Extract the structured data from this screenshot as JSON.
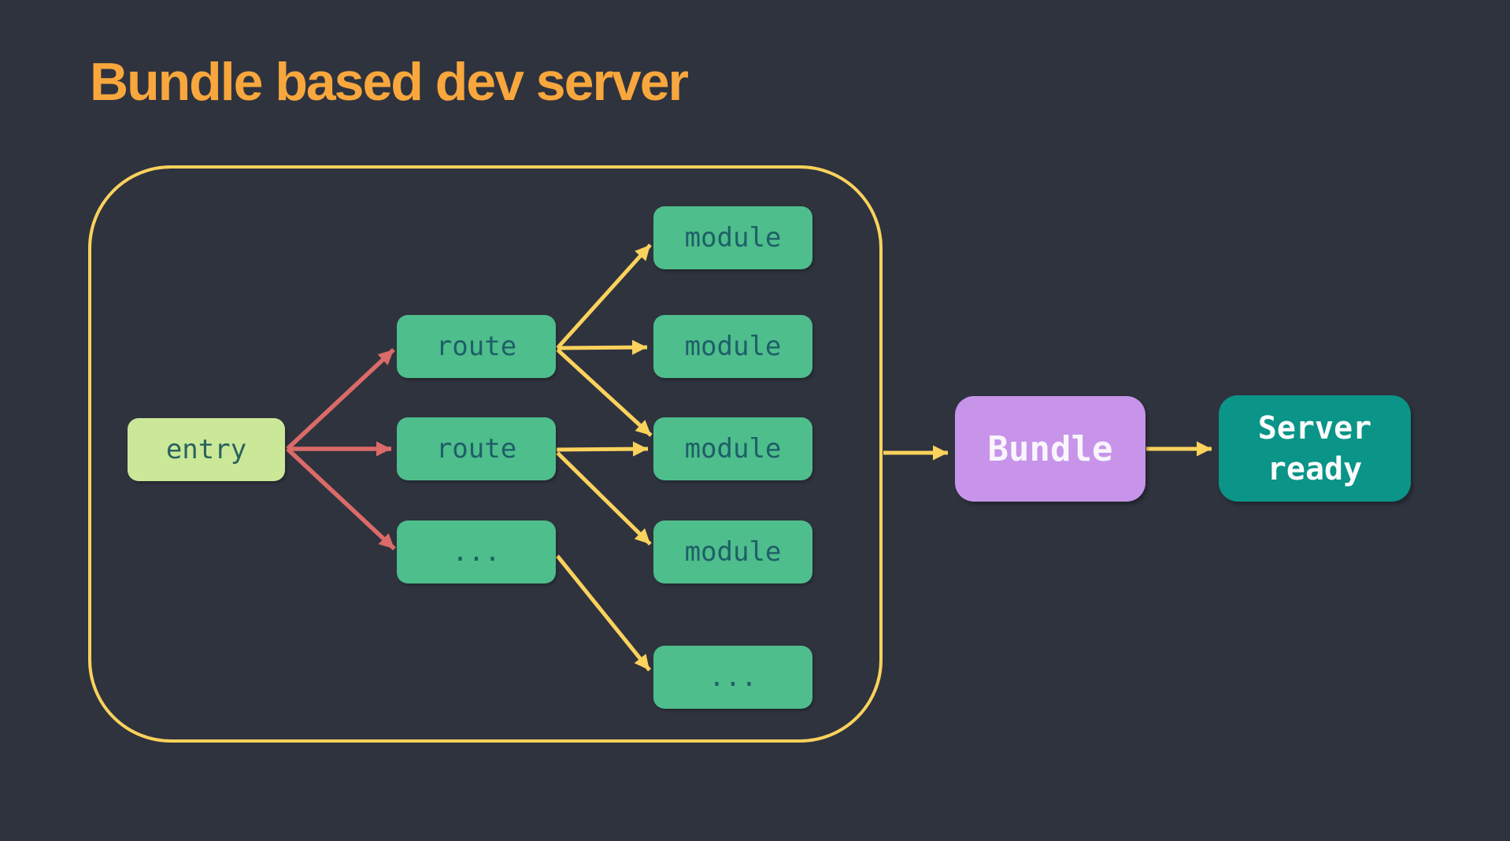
{
  "title": "Bundle based dev server",
  "colors": {
    "background": "#2f333e",
    "title": "#f8a73d",
    "container_border": "#fbd25c",
    "arrow_yellow": "#fbd25c",
    "arrow_red": "#da6b68",
    "node_green": "#4ebe8c",
    "node_entry_green": "#cae897",
    "node_text": "#1e5f68",
    "bundle_purple": "#c794ea",
    "server_teal": "#0b9488",
    "light_text": "#f9f5fc"
  },
  "graph": {
    "entry": {
      "label": "entry"
    },
    "routes": [
      {
        "label": "route"
      },
      {
        "label": "route"
      },
      {
        "label": "..."
      }
    ],
    "modules": [
      {
        "label": "module"
      },
      {
        "label": "module"
      },
      {
        "label": "module"
      },
      {
        "label": "module"
      },
      {
        "label": "..."
      }
    ],
    "bundle": {
      "label": "Bundle"
    },
    "server_ready": {
      "line1": "Server",
      "line2": "ready"
    }
  },
  "edges": [
    {
      "from": "entry",
      "to": "route-1",
      "color": "red"
    },
    {
      "from": "entry",
      "to": "route-2",
      "color": "red"
    },
    {
      "from": "entry",
      "to": "routes-ellipsis",
      "color": "red"
    },
    {
      "from": "route-1",
      "to": "module-1",
      "color": "yellow"
    },
    {
      "from": "route-1",
      "to": "module-2",
      "color": "yellow"
    },
    {
      "from": "route-1",
      "to": "module-3",
      "color": "yellow"
    },
    {
      "from": "route-2",
      "to": "module-3",
      "color": "yellow"
    },
    {
      "from": "route-2",
      "to": "module-4",
      "color": "yellow"
    },
    {
      "from": "routes-ellipsis",
      "to": "modules-ellipsis",
      "color": "yellow"
    },
    {
      "from": "bundle-boundary",
      "to": "bundle",
      "color": "yellow"
    },
    {
      "from": "bundle",
      "to": "server-ready",
      "color": "yellow"
    }
  ]
}
